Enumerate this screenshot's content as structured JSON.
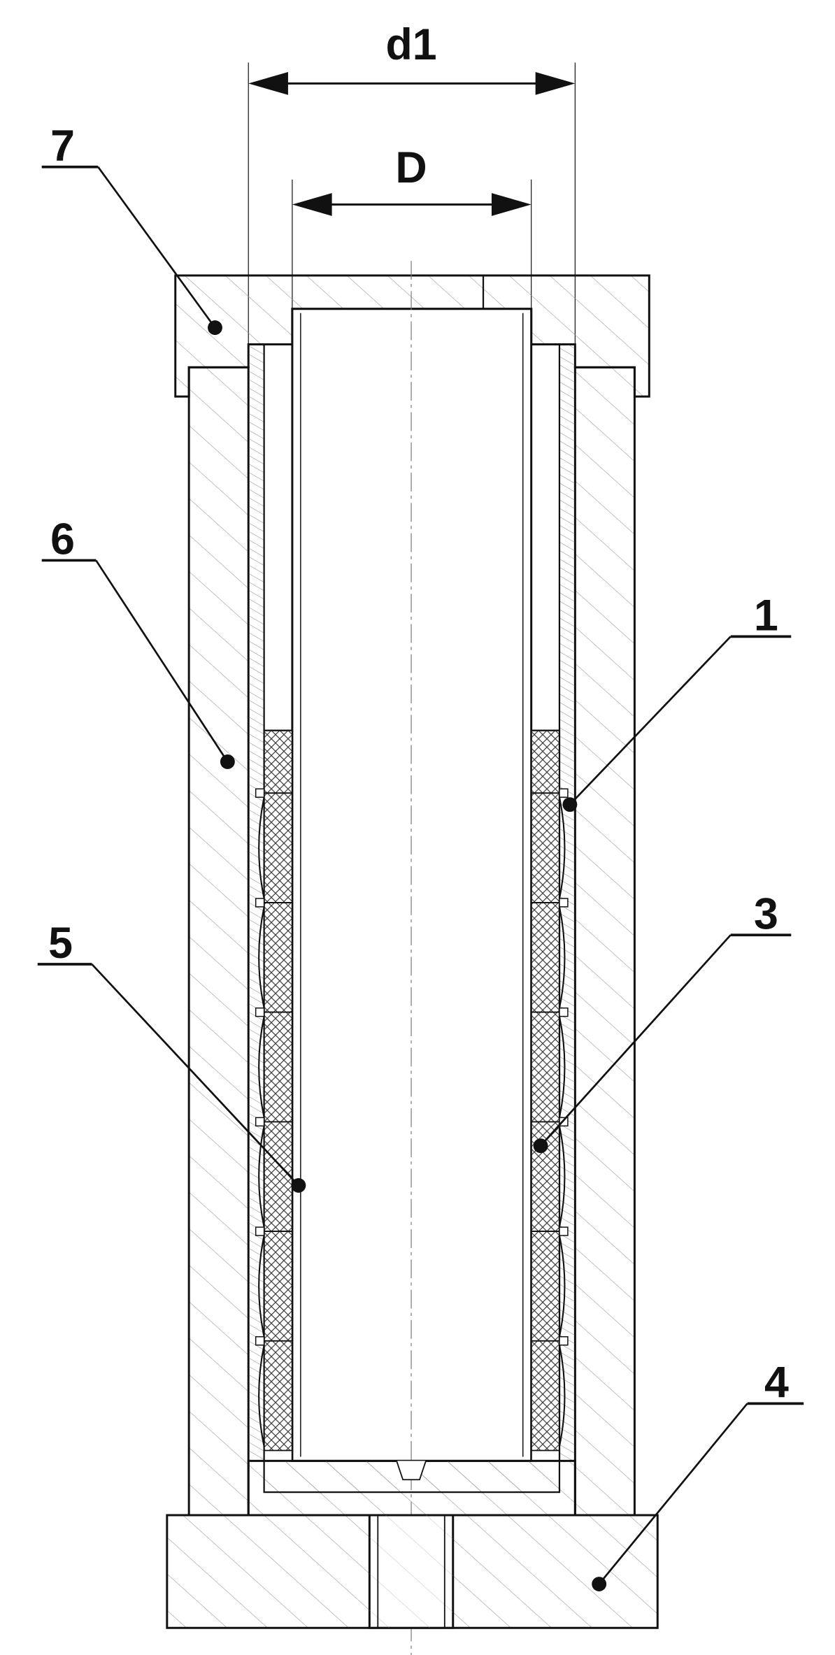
{
  "diagram": {
    "dimensions": {
      "outer_width_label": "d1",
      "inner_width_label": "D"
    },
    "callouts": [
      "1",
      "3",
      "4",
      "5",
      "6",
      "7"
    ]
  }
}
